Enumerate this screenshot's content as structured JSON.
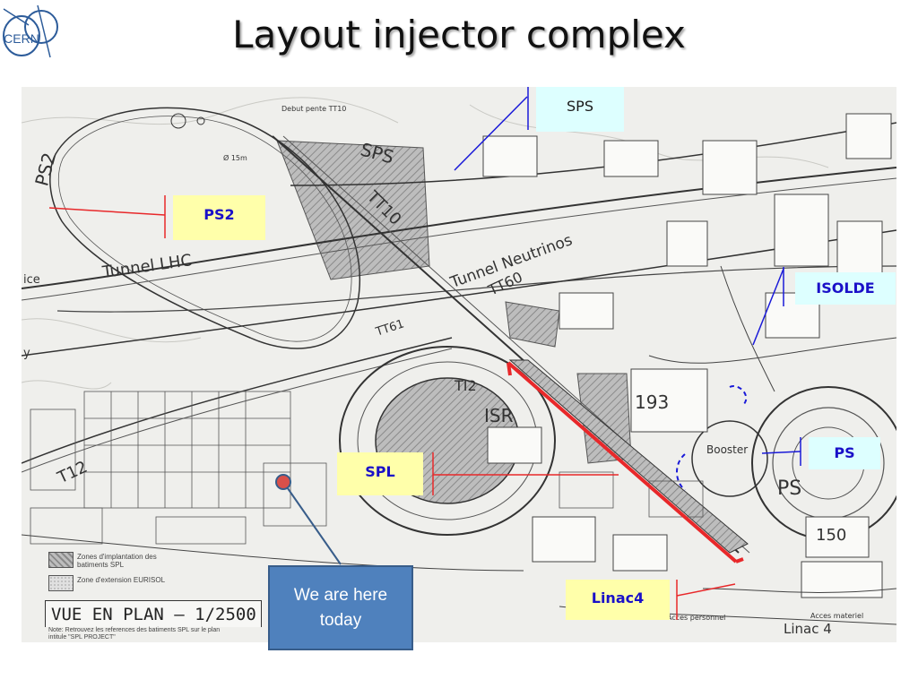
{
  "slide": {
    "title": "Layout injector complex",
    "logo_text": "CERN"
  },
  "labels": {
    "sps": "SPS",
    "ps2": "PS2",
    "isolde": "ISOLDE",
    "ps": "PS",
    "spl": "SPL",
    "linac4": "Linac4",
    "here": "We are here today"
  },
  "map_text": {
    "sps_area": "SPS",
    "tt10": "TT10",
    "tunnel_lhc": "Tunnel LHC",
    "tunnel_neutrinos": "Tunnel Neutrinos",
    "tt60": "TT60",
    "ti2": "TI2",
    "t12": "T12",
    "tt61": "TT61",
    "isr": "ISR",
    "b193": "193",
    "booster": "Booster",
    "ps_ring": "PS",
    "b150": "150",
    "linac4_map": "Linac 4",
    "acces_personnel": "Acces personnel",
    "acces_materiel": "Acces materiel",
    "debut_pente": "Debut pente TT10",
    "ps2_map": "PS2",
    "ice": "ice",
    "y_edge": "y",
    "phi15": "Ø 15m"
  },
  "legend": {
    "spl_zone": "Zones d'implantation des batiments SPL",
    "eurisol_zone": "Zone d'extension EURISOL",
    "vue": "VUE EN PLAN – 1/2500",
    "note": "Note: Retrouvez les references des batiments SPL sur le plan intitule \"SPL PROJECT\""
  },
  "colors": {
    "label_yellow": "#ffffaa",
    "label_cyan": "#ddffff",
    "label_text_blue": "#1a10c8",
    "pointer_red": "#e8282a",
    "pointer_blue": "#1a1ad8",
    "here_box": "#4f81bd"
  }
}
